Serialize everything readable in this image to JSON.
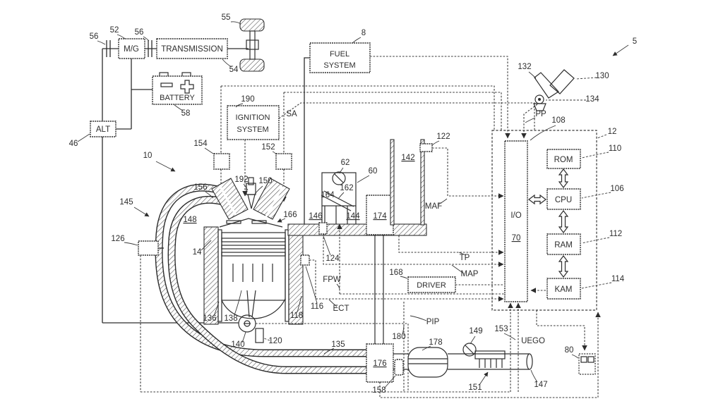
{
  "figure": {
    "kind": "patent-engine-system-schematic",
    "boxes": {
      "mg": "M/G",
      "transmission": "TRANSMISSION",
      "battery": "BATTERY",
      "alt": "ALT",
      "fuel1": "FUEL",
      "fuel2": "SYSTEM",
      "ign1": "IGNITION",
      "ign2": "SYSTEM",
      "driver": "DRIVER",
      "io": "I/O",
      "rom": "ROM",
      "cpu": "CPU",
      "ram": "RAM",
      "kam": "KAM"
    },
    "signals": {
      "sa": "SA",
      "pp": "PP",
      "maf": "MAF",
      "tp": "TP",
      "map": "MAP",
      "fpw": "FPW",
      "ect": "ECT",
      "pip": "PIP",
      "uego": "UEGO"
    },
    "refs": {
      "n5": "5",
      "n8": "8",
      "n10": "10",
      "n12": "12",
      "n14": "14",
      "n46": "46",
      "n52": "52",
      "n54": "54",
      "n55": "55",
      "n56a": "56",
      "n56b": "56",
      "n58": "58",
      "n60": "60",
      "n62": "62",
      "n70": "70",
      "n80": "80",
      "n106": "106",
      "n108": "108",
      "n110": "110",
      "n112": "112",
      "n114": "114",
      "n116": "116",
      "n118": "118",
      "n120": "120",
      "n122": "122",
      "n124": "124",
      "n126": "126",
      "n130": "130",
      "n132": "132",
      "n134": "134",
      "n135": "135",
      "n136": "136",
      "n138": "138",
      "n140": "140",
      "n142": "142",
      "n144": "144",
      "n145": "145",
      "n146": "146",
      "n147": "147",
      "n148": "148",
      "n149": "149",
      "n150": "150",
      "n151": "151",
      "n152": "152",
      "n153": "153",
      "n154": "154",
      "n156": "156",
      "n158": "158",
      "n162": "162",
      "n164": "164",
      "n166": "166",
      "n168": "168",
      "n174": "174",
      "n176": "176",
      "n178": "178",
      "n180": "180",
      "n190": "190",
      "n192": "192"
    }
  }
}
